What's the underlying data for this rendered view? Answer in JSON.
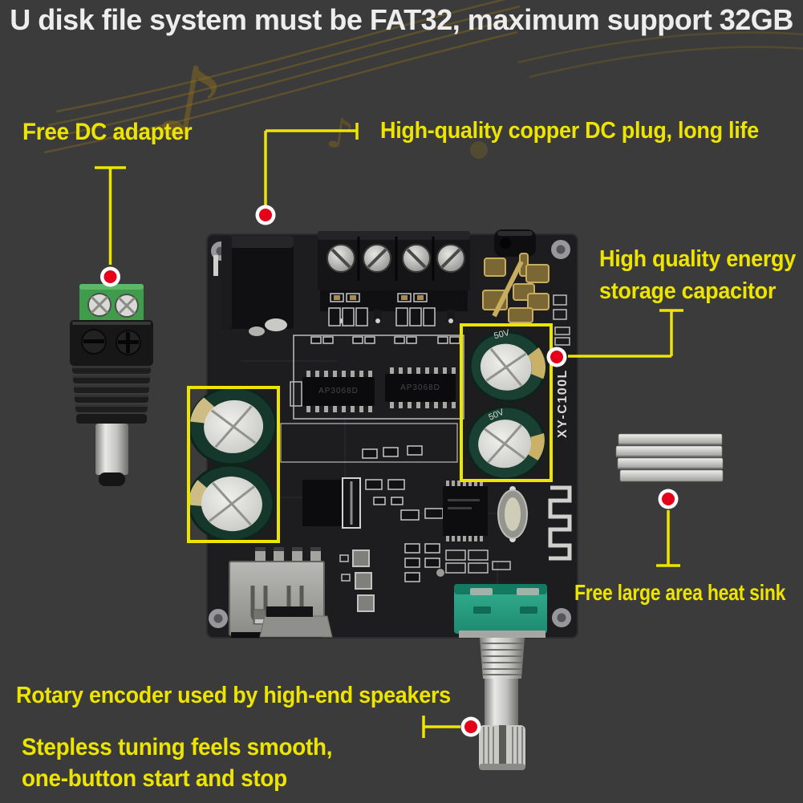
{
  "colors": {
    "background": "#3B3B3B",
    "accent_yellow": "#EDE400",
    "marker_red": "#E60019",
    "pcb": "#1D1D1F",
    "pot_green": "#2AA287",
    "terminal_green": "#3E9C4A",
    "gold_decor": "#8A6C1E",
    "banner_text": "#EDEDED",
    "silkscreen": "#C6C6C3"
  },
  "banner": {
    "text": "U disk file system must be FAT32, maximum support 32GB"
  },
  "callouts": {
    "dc_adapter": {
      "label": "Free DC adapter"
    },
    "dc_plug": {
      "label": "High-quality copper DC plug, long life"
    },
    "capacitor": {
      "line1": "High quality energy",
      "line2": "storage capacitor"
    },
    "heatsink": {
      "label": "Free large area heat sink"
    },
    "rotary": {
      "label": "Rotary encoder used by high-end speakers"
    },
    "stepless": {
      "line1": "Stepless tuning feels smooth,",
      "line2": "one-button start and stop"
    }
  },
  "board": {
    "silkscreen_label": "XY-C100L",
    "ic_label": "AP3068D",
    "cap_marking": "50V"
  },
  "icons": {
    "music_note": "♪"
  }
}
